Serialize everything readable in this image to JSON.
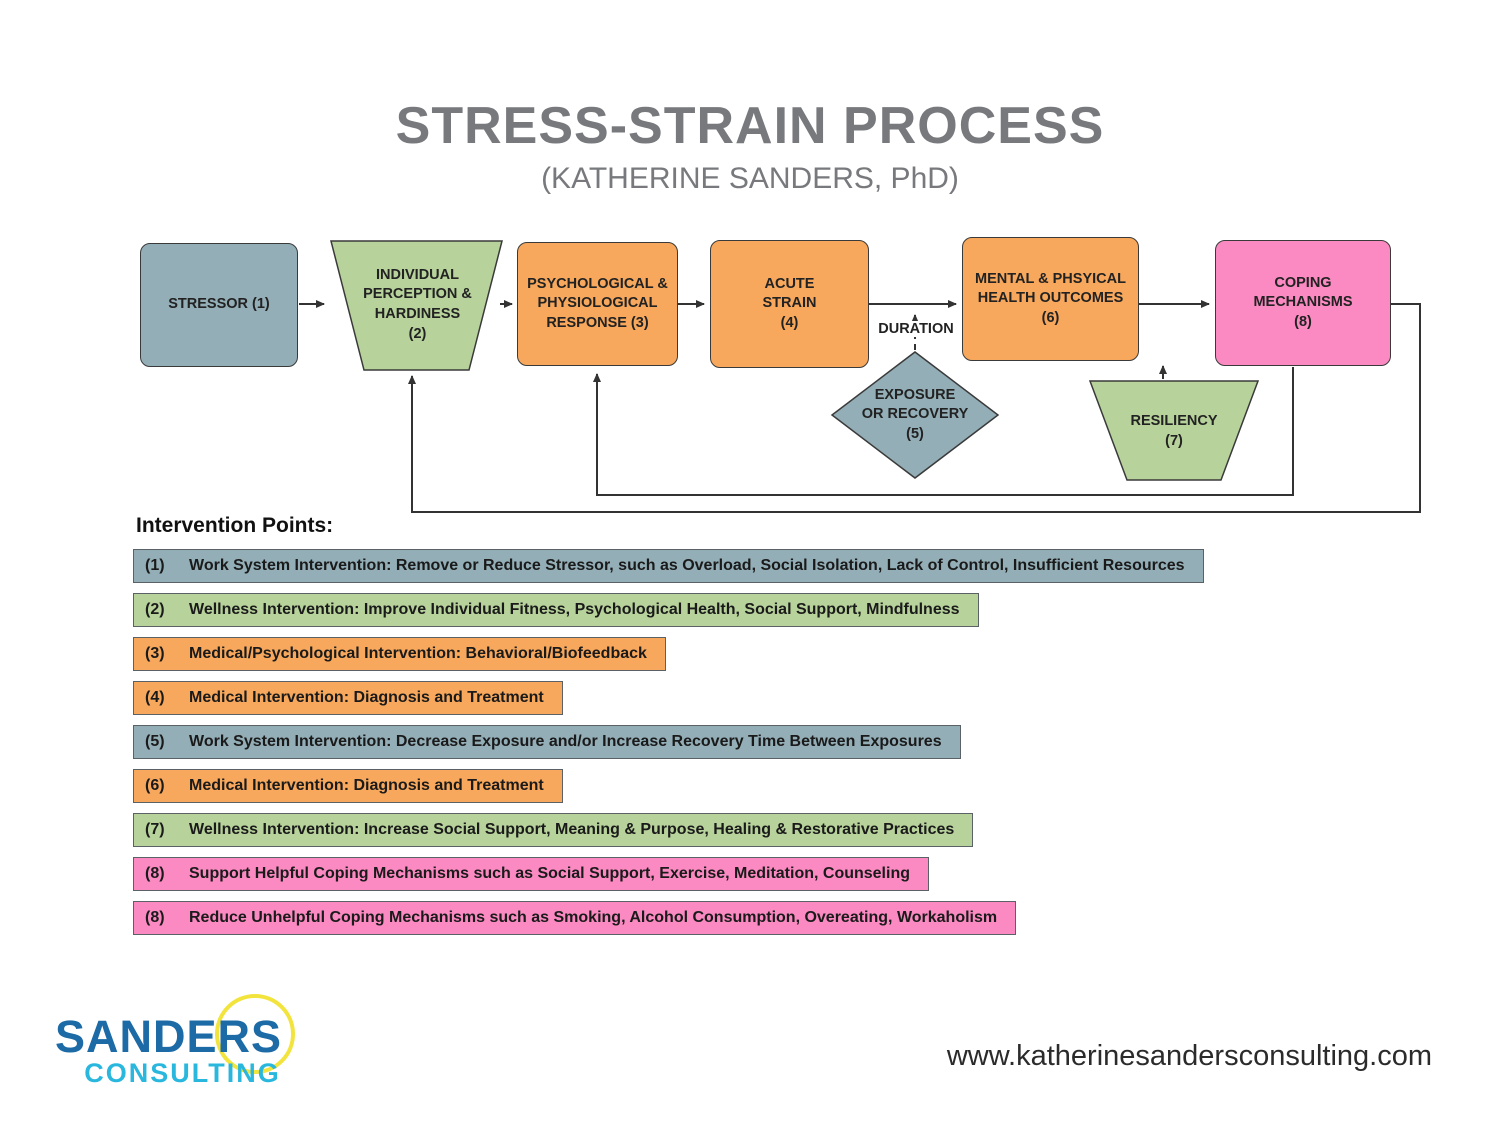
{
  "title": "STRESS-STRAIN PROCESS",
  "subtitle": "(KATHERINE SANDERS, PhD)",
  "flow": {
    "stressor": "STRESSOR (1)",
    "perception": "INDIVIDUAL\nPERCEPTION &\nHARDINESS\n(2)",
    "response": "PSYCHOLOGICAL &\nPHYSIOLOGICAL\nRESPONSE (3)",
    "acute_strain": "ACUTE\nSTRAIN\n(4)",
    "duration": "DURATION",
    "exposure": "EXPOSURE\nOR RECOVERY\n(5)",
    "outcomes": "MENTAL & PHSYICAL\nHEALTH OUTCOMES\n(6)",
    "resiliency": "RESILIENCY\n(7)",
    "coping": "COPING\nMECHANISMS\n(8)"
  },
  "interventions": {
    "heading": "Intervention Points:",
    "items": [
      {
        "num": "(1)",
        "text": "Work System Intervention: Remove or Reduce Stressor, such as Overload, Social Isolation, Lack of Control, Insufficient Resources",
        "color": "#93aeb7"
      },
      {
        "num": "(2)",
        "text": "Wellness Intervention: Improve Individual Fitness, Psychological Health, Social Support, Mindfulness",
        "color": "#b7d39b"
      },
      {
        "num": "(3)",
        "text": "Medical/Psychological Intervention: Behavioral/Biofeedback",
        "color": "#f7a85c"
      },
      {
        "num": "(4)",
        "text": "Medical Intervention: Diagnosis and Treatment",
        "color": "#f7a85c"
      },
      {
        "num": "(5)",
        "text": "Work System Intervention: Decrease Exposure and/or Increase Recovery Time Between Exposures",
        "color": "#93aeb7"
      },
      {
        "num": "(6)",
        "text": "Medical Intervention: Diagnosis and Treatment",
        "color": "#f7a85c"
      },
      {
        "num": "(7)",
        "text": "Wellness Intervention: Increase Social Support, Meaning & Purpose, Healing & Restorative Practices",
        "color": "#b7d39b"
      },
      {
        "num": "(8)",
        "text": "Support Helpful Coping Mechanisms such as Social Support, Exercise, Meditation, Counseling",
        "color": "#fb8ac2"
      },
      {
        "num": "(8)",
        "text": "Reduce Unhelpful Coping Mechanisms such as Smoking, Alcohol Consumption, Overeating, Workaholism",
        "color": "#fb8ac2"
      }
    ]
  },
  "footer": {
    "logo_line1": "SANDERS",
    "logo_line2": "CONSULTING",
    "website": "www.katherinesandersconsulting.com"
  },
  "palette": {
    "blue": "#93aeb7",
    "green": "#b7d39b",
    "orange": "#f7a85c",
    "pink": "#fb8ac2",
    "arrow": "#333333",
    "logo_blue": "#1c6ba6",
    "logo_cyan": "#2ab7dd",
    "logo_yellow": "#f2e43d"
  }
}
